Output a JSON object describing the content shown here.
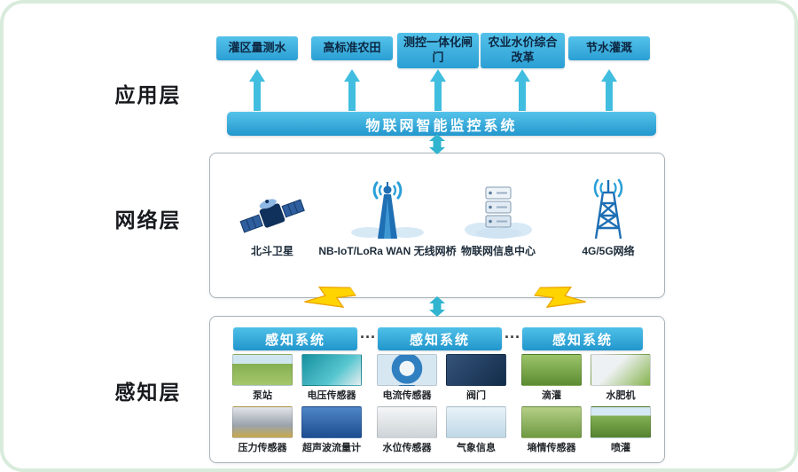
{
  "layer_labels": {
    "application": "应用层",
    "network": "网络层",
    "perception": "感知层"
  },
  "application": {
    "boxes": [
      {
        "label": "灌区量测水"
      },
      {
        "label": "高标准农田"
      },
      {
        "label": "测控一体化闸门"
      },
      {
        "label": "农业水价综合改革"
      },
      {
        "label": "节水灌溉"
      }
    ],
    "platform": "物联网智能监控系统"
  },
  "network": {
    "nodes": [
      {
        "label": "北斗卫星",
        "icon": "satellite-icon"
      },
      {
        "label": "NB-IoT/LoRa WAN 无线网桥",
        "icon": "wireless-bridge-tower-icon"
      },
      {
        "label": "物联网信息中心",
        "icon": "cloud-datacenter-icon"
      },
      {
        "label": "4G/5G网络",
        "icon": "cell-tower-icon"
      }
    ]
  },
  "perception": {
    "system_label": "感知系统",
    "ellipsis": "···",
    "groups": [
      {
        "items": [
          {
            "label": "泵站",
            "image": "pump-station-photo"
          },
          {
            "label": "电压传感器",
            "image": "voltage-sensor-photo"
          },
          {
            "label": "压力传感器",
            "image": "pressure-sensor-photo"
          },
          {
            "label": "超声波流量计",
            "image": "ultrasonic-flowmeter-photo"
          }
        ]
      },
      {
        "items": [
          {
            "label": "电流传感器",
            "image": "current-sensor-photo"
          },
          {
            "label": "阀门",
            "image": "valve-photo"
          },
          {
            "label": "水位传感器",
            "image": "water-level-sensor-photo"
          },
          {
            "label": "气象信息",
            "image": "weather-station-photo"
          }
        ]
      },
      {
        "items": [
          {
            "label": "滴灌",
            "image": "drip-irrigation-photo"
          },
          {
            "label": "水肥机",
            "image": "fertilizer-machine-photo"
          },
          {
            "label": "墒情传感器",
            "image": "soil-moisture-sensor-photo"
          },
          {
            "label": "喷灌",
            "image": "sprinkler-irrigation-photo"
          }
        ]
      }
    ]
  },
  "colors": {
    "accent_cyan": "#35aade",
    "arrow_teal": "#3fbcd9",
    "lightning_yellow": "#ffd400",
    "panel_border": "#a8b4ba",
    "page_border": "#d9ecdc"
  }
}
